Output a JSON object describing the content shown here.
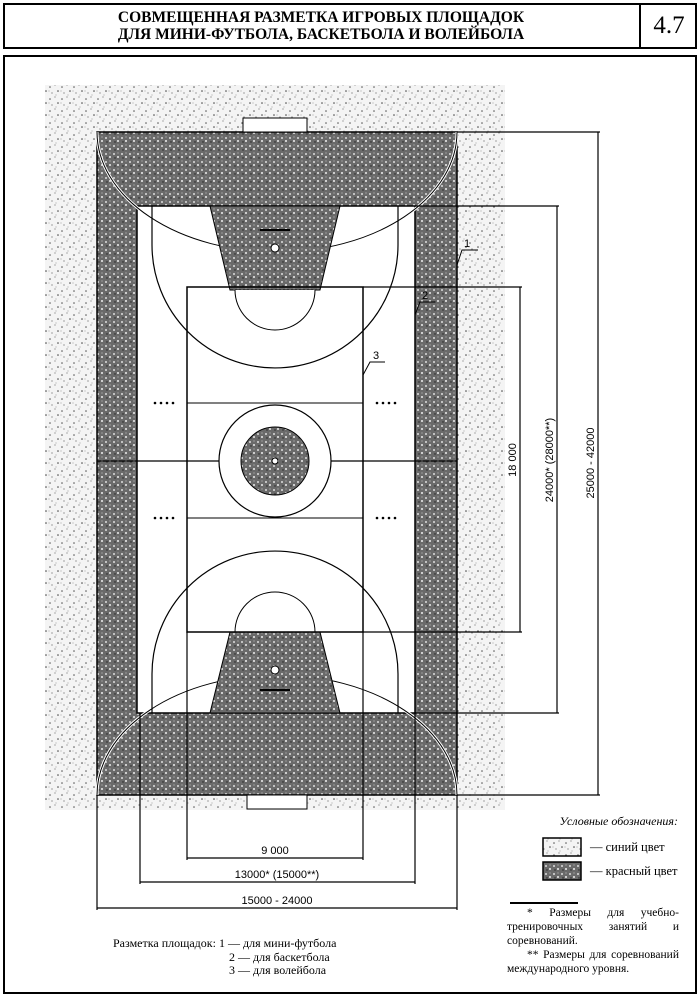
{
  "header": {
    "title_line1": "СОВМЕЩЕННАЯ РАЗМЕТКА ИГРОВЫХ ПЛОЩАДОК",
    "title_line2": "ДЛЯ МИНИ-ФУТБОЛА, БАСКЕТБОЛА И ВОЛЕЙБОЛА",
    "number": "4.7"
  },
  "dimensions": {
    "field_length": "25000 - 42000",
    "basketball_length": "24000* (28000**)",
    "volleyball_length": "18 000",
    "volleyball_width": "9 000",
    "basketball_width": "13000* (15000**)",
    "field_width": "15000 - 24000"
  },
  "callouts": [
    "1",
    "2",
    "3"
  ],
  "legend": {
    "title": "Условные обозначения:",
    "items": [
      {
        "label": "— синий цвет",
        "color": "#cfcfcf"
      },
      {
        "label": "— красный цвет",
        "color": "#555555"
      }
    ]
  },
  "footnotes": [
    "* Размеры для учебно-тренировочных занятий и соревнований.",
    "** Размеры для соревнований международного уровня."
  ],
  "markup_legend": {
    "label": "Разметка площадок:",
    "items": [
      "1 — для мини-футбола",
      "2 — для баскетбола",
      "3 — для волейбола"
    ]
  }
}
